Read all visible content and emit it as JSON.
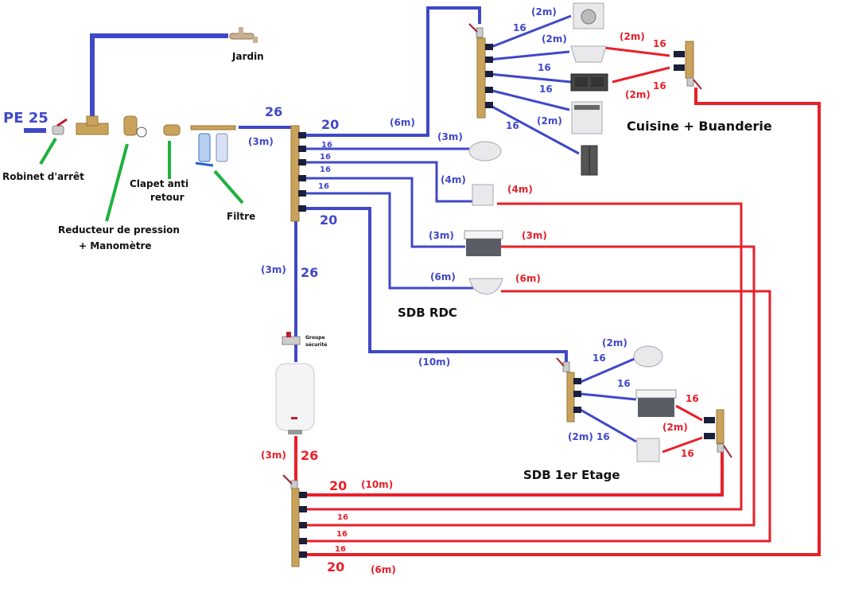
{
  "colors": {
    "cold": "#4048c8",
    "hot": "#e8202a",
    "pointer": "#20b040"
  },
  "supply": {
    "pipe": "PE 25"
  },
  "components": {
    "stop_valve": "Robinet d'arrêt",
    "reducer_1": "Reducteur de pression",
    "reducer_2": "+ Manomètre",
    "check_valve_1": "Clapet anti",
    "check_valve_2": "retour",
    "filter": "Filtre",
    "garden": "Jardin",
    "safety_group_1": "Groupe",
    "safety_group_2": "sécurité"
  },
  "rooms": {
    "kitchen": "Cuisine + Buanderie",
    "bath_ground": "SDB RDC",
    "bath_first": "SDB 1er Etage"
  },
  "cold": {
    "feed_size": "26",
    "feed_len": "(3m)",
    "out1_size": "20",
    "out1_len": "(6m)",
    "out2_size": "16",
    "out2_len": "(3m)",
    "out3_size": "16",
    "out3_len": "(4m)",
    "out4_size": "16",
    "out4_len": "(3m)",
    "out5_size": "16",
    "out5_len": "(6m)",
    "out6_size": "20",
    "out6_len": "(10m)",
    "heater_size": "26",
    "heater_len": "(3m)",
    "kitchen": [
      {
        "len": "(2m)",
        "size": "16"
      },
      {
        "len": "(2m)"
      },
      {
        "size": "16"
      },
      {
        "size": "16"
      },
      {
        "len": "(2m)",
        "size": "16"
      }
    ],
    "first": [
      {
        "len": "(2m)",
        "size": "16"
      },
      {
        "size": "16"
      },
      {
        "len": "(2m)",
        "size": "16"
      }
    ]
  },
  "hot": {
    "feed_len": "(3m)",
    "feed_size": "26",
    "out1_size": "20",
    "out1_len": "(10m)",
    "out2_len": "(4m)",
    "out2_size": "16",
    "out3_len": "(3m)",
    "out3_size": "16",
    "out4_len": "(6m)",
    "out4_size": "16",
    "out5_size": "20",
    "out5_len": "(6m)",
    "kitchen": [
      {
        "len": "(2m)",
        "size": "16"
      },
      {
        "len": "(2m)",
        "size": "16"
      }
    ],
    "first": [
      {
        "size": "16"
      },
      {
        "len": "(2m)"
      },
      {
        "size": "16"
      }
    ]
  }
}
